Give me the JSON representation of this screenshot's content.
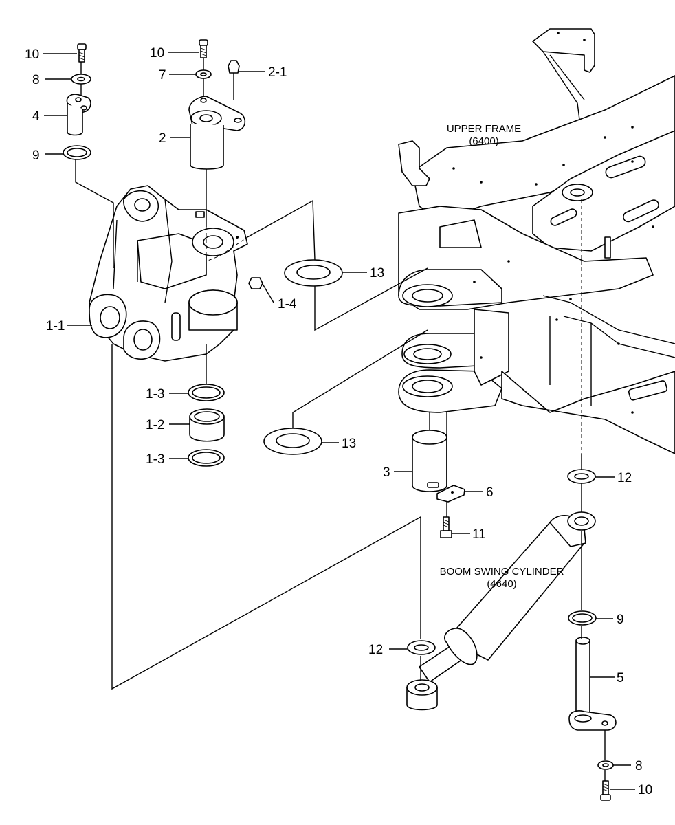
{
  "frame_labels": {
    "upper_frame": [
      "UPPER FRAME",
      "(6400)"
    ],
    "boom_swing_cylinder": [
      "BOOM SWING CYLINDER",
      "(4640)"
    ]
  },
  "callouts": {
    "c10_top_left": "10",
    "c8_top_left": "8",
    "c4": "4",
    "c9_left": "9",
    "c10_top_mid": "10",
    "c7": "7",
    "c2_1": "2-1",
    "c2": "2",
    "c13_upper": "13",
    "c1_4": "1-4",
    "c1_1": "1-1",
    "c1_3_upper": "1-3",
    "c1_2": "1-2",
    "c1_3_lower": "1-3",
    "c13_lower": "13",
    "c3": "3",
    "c6": "6",
    "c11": "11",
    "c12_right": "12",
    "c9_right": "9",
    "c12_lower": "12",
    "c5": "5",
    "c8_bottom": "8",
    "c10_bottom": "10"
  }
}
